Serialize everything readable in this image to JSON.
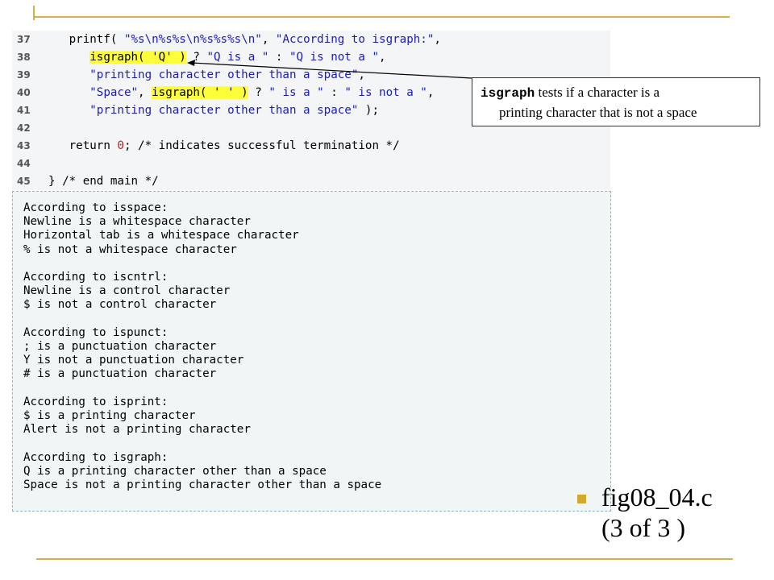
{
  "code": {
    "lines": [
      {
        "num": "37",
        "segments": [
          {
            "t": "   printf( "
          },
          {
            "t": "\"%s\\n%s%s\\n%s%s%s\\n\"",
            "c": "str"
          },
          {
            "t": ", "
          },
          {
            "t": "\"According to isgraph:\"",
            "c": "str"
          },
          {
            "t": ","
          }
        ]
      },
      {
        "num": "38",
        "segments": [
          {
            "t": "      "
          },
          {
            "t": "isgraph( 'Q' )",
            "c": "hl"
          },
          {
            "t": " ? "
          },
          {
            "t": "\"Q is a \"",
            "c": "str"
          },
          {
            "t": " : "
          },
          {
            "t": "\"Q is not a \"",
            "c": "str"
          },
          {
            "t": ","
          }
        ]
      },
      {
        "num": "39",
        "segments": [
          {
            "t": "      "
          },
          {
            "t": "\"printing character other than a space\"",
            "c": "str"
          },
          {
            "t": ","
          }
        ]
      },
      {
        "num": "40",
        "segments": [
          {
            "t": "      "
          },
          {
            "t": "\"Space\"",
            "c": "str"
          },
          {
            "t": ", "
          },
          {
            "t": "isgraph( ' ' )",
            "c": "hl"
          },
          {
            "t": " ? "
          },
          {
            "t": "\" is a \"",
            "c": "str"
          },
          {
            "t": " : "
          },
          {
            "t": "\" is not a \"",
            "c": "str"
          },
          {
            "t": ","
          }
        ]
      },
      {
        "num": "41",
        "segments": [
          {
            "t": "      "
          },
          {
            "t": "\"printing character other than a space\"",
            "c": "str"
          },
          {
            "t": " );"
          }
        ]
      },
      {
        "num": "42",
        "segments": [
          {
            "t": ""
          }
        ]
      },
      {
        "num": "43",
        "segments": [
          {
            "t": "   return "
          },
          {
            "t": "0",
            "c": "num"
          },
          {
            "t": "; /* indicates successful termination */"
          }
        ]
      },
      {
        "num": "44",
        "segments": [
          {
            "t": ""
          }
        ]
      },
      {
        "num": "45",
        "segments": [
          {
            "t": "} /* end main */"
          }
        ]
      }
    ]
  },
  "output": {
    "lines": [
      "According to isspace:",
      "Newline is a whitespace character",
      "Horizontal tab is a whitespace character",
      "% is not a whitespace character",
      "",
      "According to iscntrl:",
      "Newline is a control character",
      "$ is not a control character",
      "",
      "According to ispunct:",
      "; is a punctuation character",
      "Y is not a punctuation character",
      "# is a punctuation character",
      "",
      "According to isprint:",
      "$ is a printing character",
      "Alert is not a printing character",
      "",
      "According to isgraph:",
      "Q is a printing character other than a space",
      "Space is not a printing character other than a space"
    ]
  },
  "callout": {
    "keyword": "isgraph",
    "line1_rest": " tests if a character is a",
    "line2": "printing character that is not a space"
  },
  "caption": {
    "line1": "fig08_04.c",
    "line2": "(3 of 3 )"
  },
  "colors": {
    "accent": "#d4b04a",
    "highlight": "#fdfd3a",
    "string": "#1a1ac8",
    "number": "#c81a1a"
  }
}
